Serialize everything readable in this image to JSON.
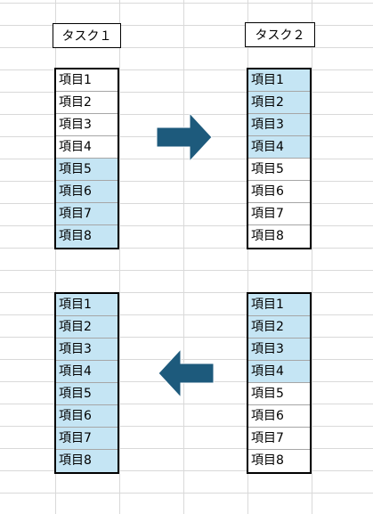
{
  "colors": {
    "highlight": "#c5e5f4",
    "arrow": "#1d5a7c",
    "gridline": "#d9d9d9"
  },
  "tasks": {
    "task1_label": "タスク１",
    "task2_label": "タスク２"
  },
  "lists": {
    "top_left": [
      {
        "label": "項目1",
        "hl": false
      },
      {
        "label": "項目2",
        "hl": false
      },
      {
        "label": "項目3",
        "hl": false
      },
      {
        "label": "項目4",
        "hl": false
      },
      {
        "label": "項目5",
        "hl": true
      },
      {
        "label": "項目6",
        "hl": true
      },
      {
        "label": "項目7",
        "hl": true
      },
      {
        "label": "項目8",
        "hl": true
      }
    ],
    "top_right": [
      {
        "label": "項目1",
        "hl": true
      },
      {
        "label": "項目2",
        "hl": true
      },
      {
        "label": "項目3",
        "hl": true
      },
      {
        "label": "項目4",
        "hl": true
      },
      {
        "label": "項目5",
        "hl": false
      },
      {
        "label": "項目6",
        "hl": false
      },
      {
        "label": "項目7",
        "hl": false
      },
      {
        "label": "項目8",
        "hl": false
      }
    ],
    "bottom_left": [
      {
        "label": "項目1",
        "hl": true
      },
      {
        "label": "項目2",
        "hl": true
      },
      {
        "label": "項目3",
        "hl": true
      },
      {
        "label": "項目4",
        "hl": true
      },
      {
        "label": "項目5",
        "hl": true
      },
      {
        "label": "項目6",
        "hl": true
      },
      {
        "label": "項目7",
        "hl": true
      },
      {
        "label": "項目8",
        "hl": true
      }
    ],
    "bottom_right": [
      {
        "label": "項目1",
        "hl": true
      },
      {
        "label": "項目2",
        "hl": true
      },
      {
        "label": "項目3",
        "hl": true
      },
      {
        "label": "項目4",
        "hl": true
      },
      {
        "label": "項目5",
        "hl": false
      },
      {
        "label": "項目6",
        "hl": false
      },
      {
        "label": "項目7",
        "hl": false
      },
      {
        "label": "項目8",
        "hl": false
      }
    ]
  },
  "arrows": {
    "top": "arrow-right-icon",
    "bottom": "arrow-left-icon"
  }
}
